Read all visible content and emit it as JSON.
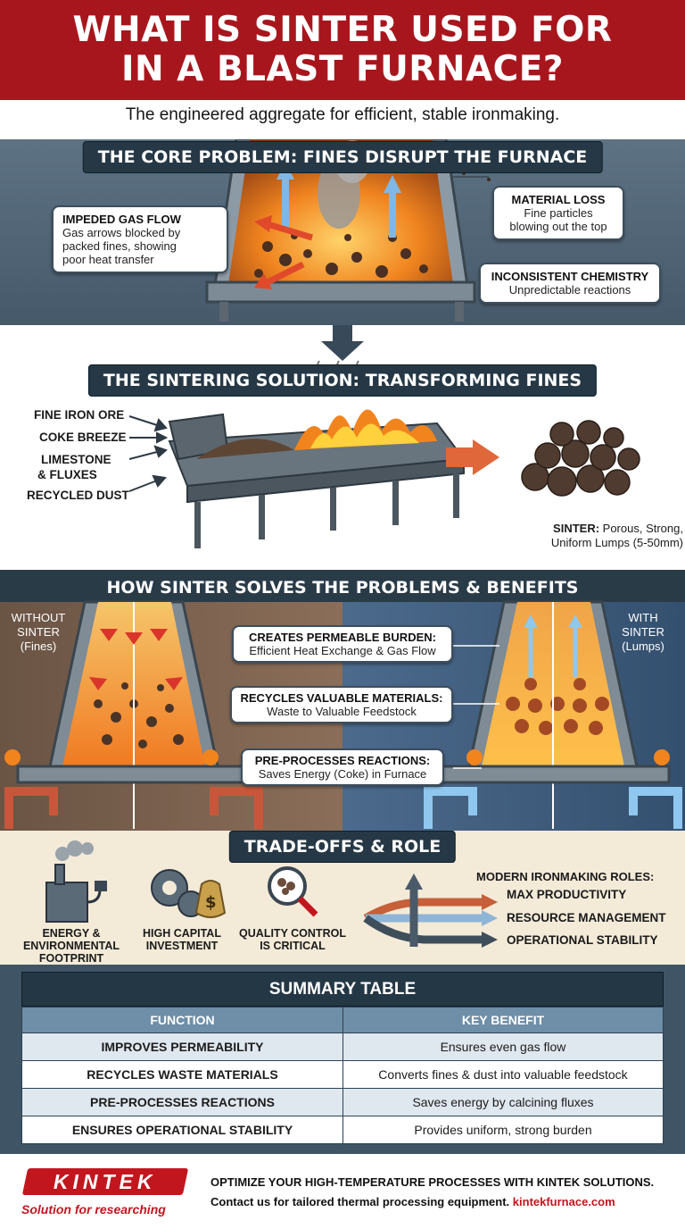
{
  "header": {
    "title_line1": "WHAT IS SINTER USED FOR",
    "title_line2": "IN A BLAST FURNACE?",
    "subtitle": "The engineered aggregate for efficient, stable ironmaking."
  },
  "problem": {
    "banner": "THE CORE PROBLEM: FINES DISRUPT THE FURNACE",
    "callouts": [
      {
        "title": "IMPEDED GAS FLOW",
        "desc_lines": [
          "Gas arrows blocked by",
          "packed fines, showing",
          "poor heat transfer"
        ]
      },
      {
        "title": "MATERIAL LOSS",
        "desc_lines": [
          "Fine particles",
          "blowing out the top"
        ]
      },
      {
        "title": "INCONSISTENT CHEMISTRY",
        "desc_lines": [
          "Unpredictable reactions"
        ]
      }
    ]
  },
  "solution": {
    "banner": "THE SINTERING SOLUTION: TRANSFORMING FINES",
    "inputs": [
      "FINE IRON ORE",
      "COKE BREEZE",
      "LIMESTONE",
      "& FLUXES",
      "RECYCLED DUST"
    ],
    "output_label": "SINTER:",
    "output_desc_lines": [
      " Porous, Strong,",
      "Uniform Lumps (5-50mm)"
    ]
  },
  "benefits": {
    "banner": "HOW SINTER SOLVES THE PROBLEMS & BENEFITS",
    "without_lines": [
      "WITHOUT",
      "SINTER",
      "(Fines)"
    ],
    "with_lines": [
      "WITH",
      "SINTER",
      "(Lumps)"
    ],
    "callouts": [
      {
        "title": "CREATES PERMEABLE BURDEN:",
        "desc": "Efficient Heat Exchange & Gas Flow"
      },
      {
        "title": "RECYCLES VALUABLE MATERIALS:",
        "desc": "Waste to Valuable Feedstock"
      },
      {
        "title": "PRE-PROCESSES REACTIONS:",
        "desc": "Saves Energy (Coke) in Furnace"
      }
    ]
  },
  "tradeoffs": {
    "banner": "TRADE-OFFS & ROLE",
    "icons": [
      {
        "icon": "factory-plug-icon",
        "lines": [
          "ENERGY &",
          "ENVIRONMENTAL",
          "FOOTPRINT"
        ]
      },
      {
        "icon": "gear-money-icon",
        "lines": [
          "HIGH CAPITAL",
          "INVESTMENT"
        ]
      },
      {
        "icon": "magnifier-icon",
        "lines": [
          "QUALITY CONTROL",
          "IS CRITICAL"
        ]
      }
    ],
    "roles_title": "MODERN IRONMAKING ROLES:",
    "roles": [
      "MAX PRODUCTIVITY",
      "RESOURCE MANAGEMENT",
      "OPERATIONAL STABILITY"
    ]
  },
  "summary": {
    "title": "SUMMARY TABLE",
    "headers": [
      "FUNCTION",
      "KEY BENEFIT"
    ],
    "rows": [
      [
        "IMPROVES PERMEABILITY",
        "Ensures even gas flow"
      ],
      [
        "RECYCLES WASTE MATERIALS",
        "Converts fines & dust into valuable feedstock"
      ],
      [
        "PRE-PROCESSES REACTIONS",
        "Saves energy by calcining fluxes"
      ],
      [
        "ENSURES OPERATIONAL STABILITY",
        "Provides uniform, strong burden"
      ]
    ]
  },
  "footer": {
    "logo": "KINTEK",
    "tagline": "Solution for researching",
    "line1": "OPTIMIZE YOUR HIGH-TEMPERATURE PROCESSES WITH KINTEK SOLUTIONS.",
    "line2": "Contact us for tailored thermal processing equipment. ",
    "link": "kintekfurnace.com"
  },
  "colors": {
    "brand_red": "#a8161d",
    "banner": "#263845",
    "table_header": "#6f8ea7",
    "sky": "#5d7283"
  }
}
